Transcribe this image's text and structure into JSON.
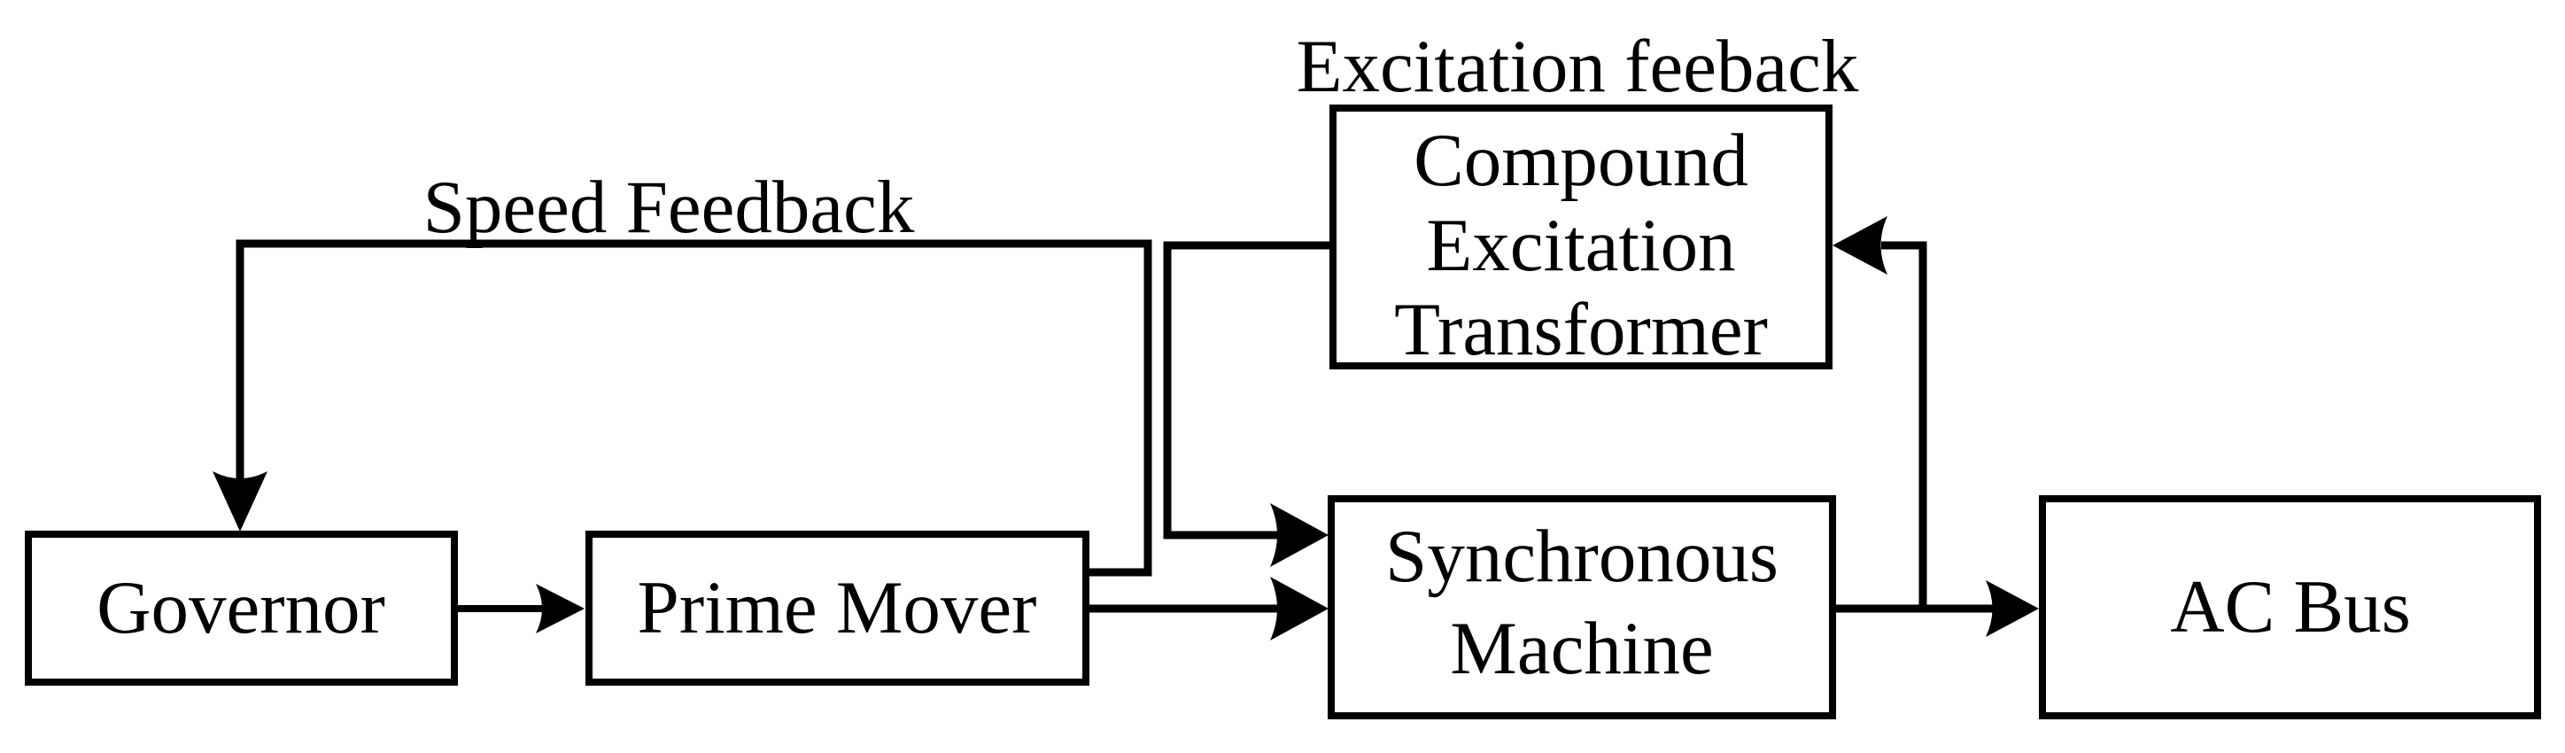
{
  "diagram": {
    "labels": {
      "speed_feedback": "Speed Feedback",
      "excitation_feedback": "Excitation feeback"
    },
    "boxes": {
      "governor": {
        "label": "Governor"
      },
      "prime_mover": {
        "label": "Prime Mover"
      },
      "compound_excitation_transformer": {
        "line1": "Compound",
        "line2": "Excitation",
        "line3": "Transformer"
      },
      "synchronous_machine": {
        "line1": "Synchronous",
        "line2": "Machine"
      },
      "ac_bus": {
        "label": "AC Bus"
      }
    },
    "colors": {
      "line": "#000000",
      "background": "#ffffff"
    }
  }
}
